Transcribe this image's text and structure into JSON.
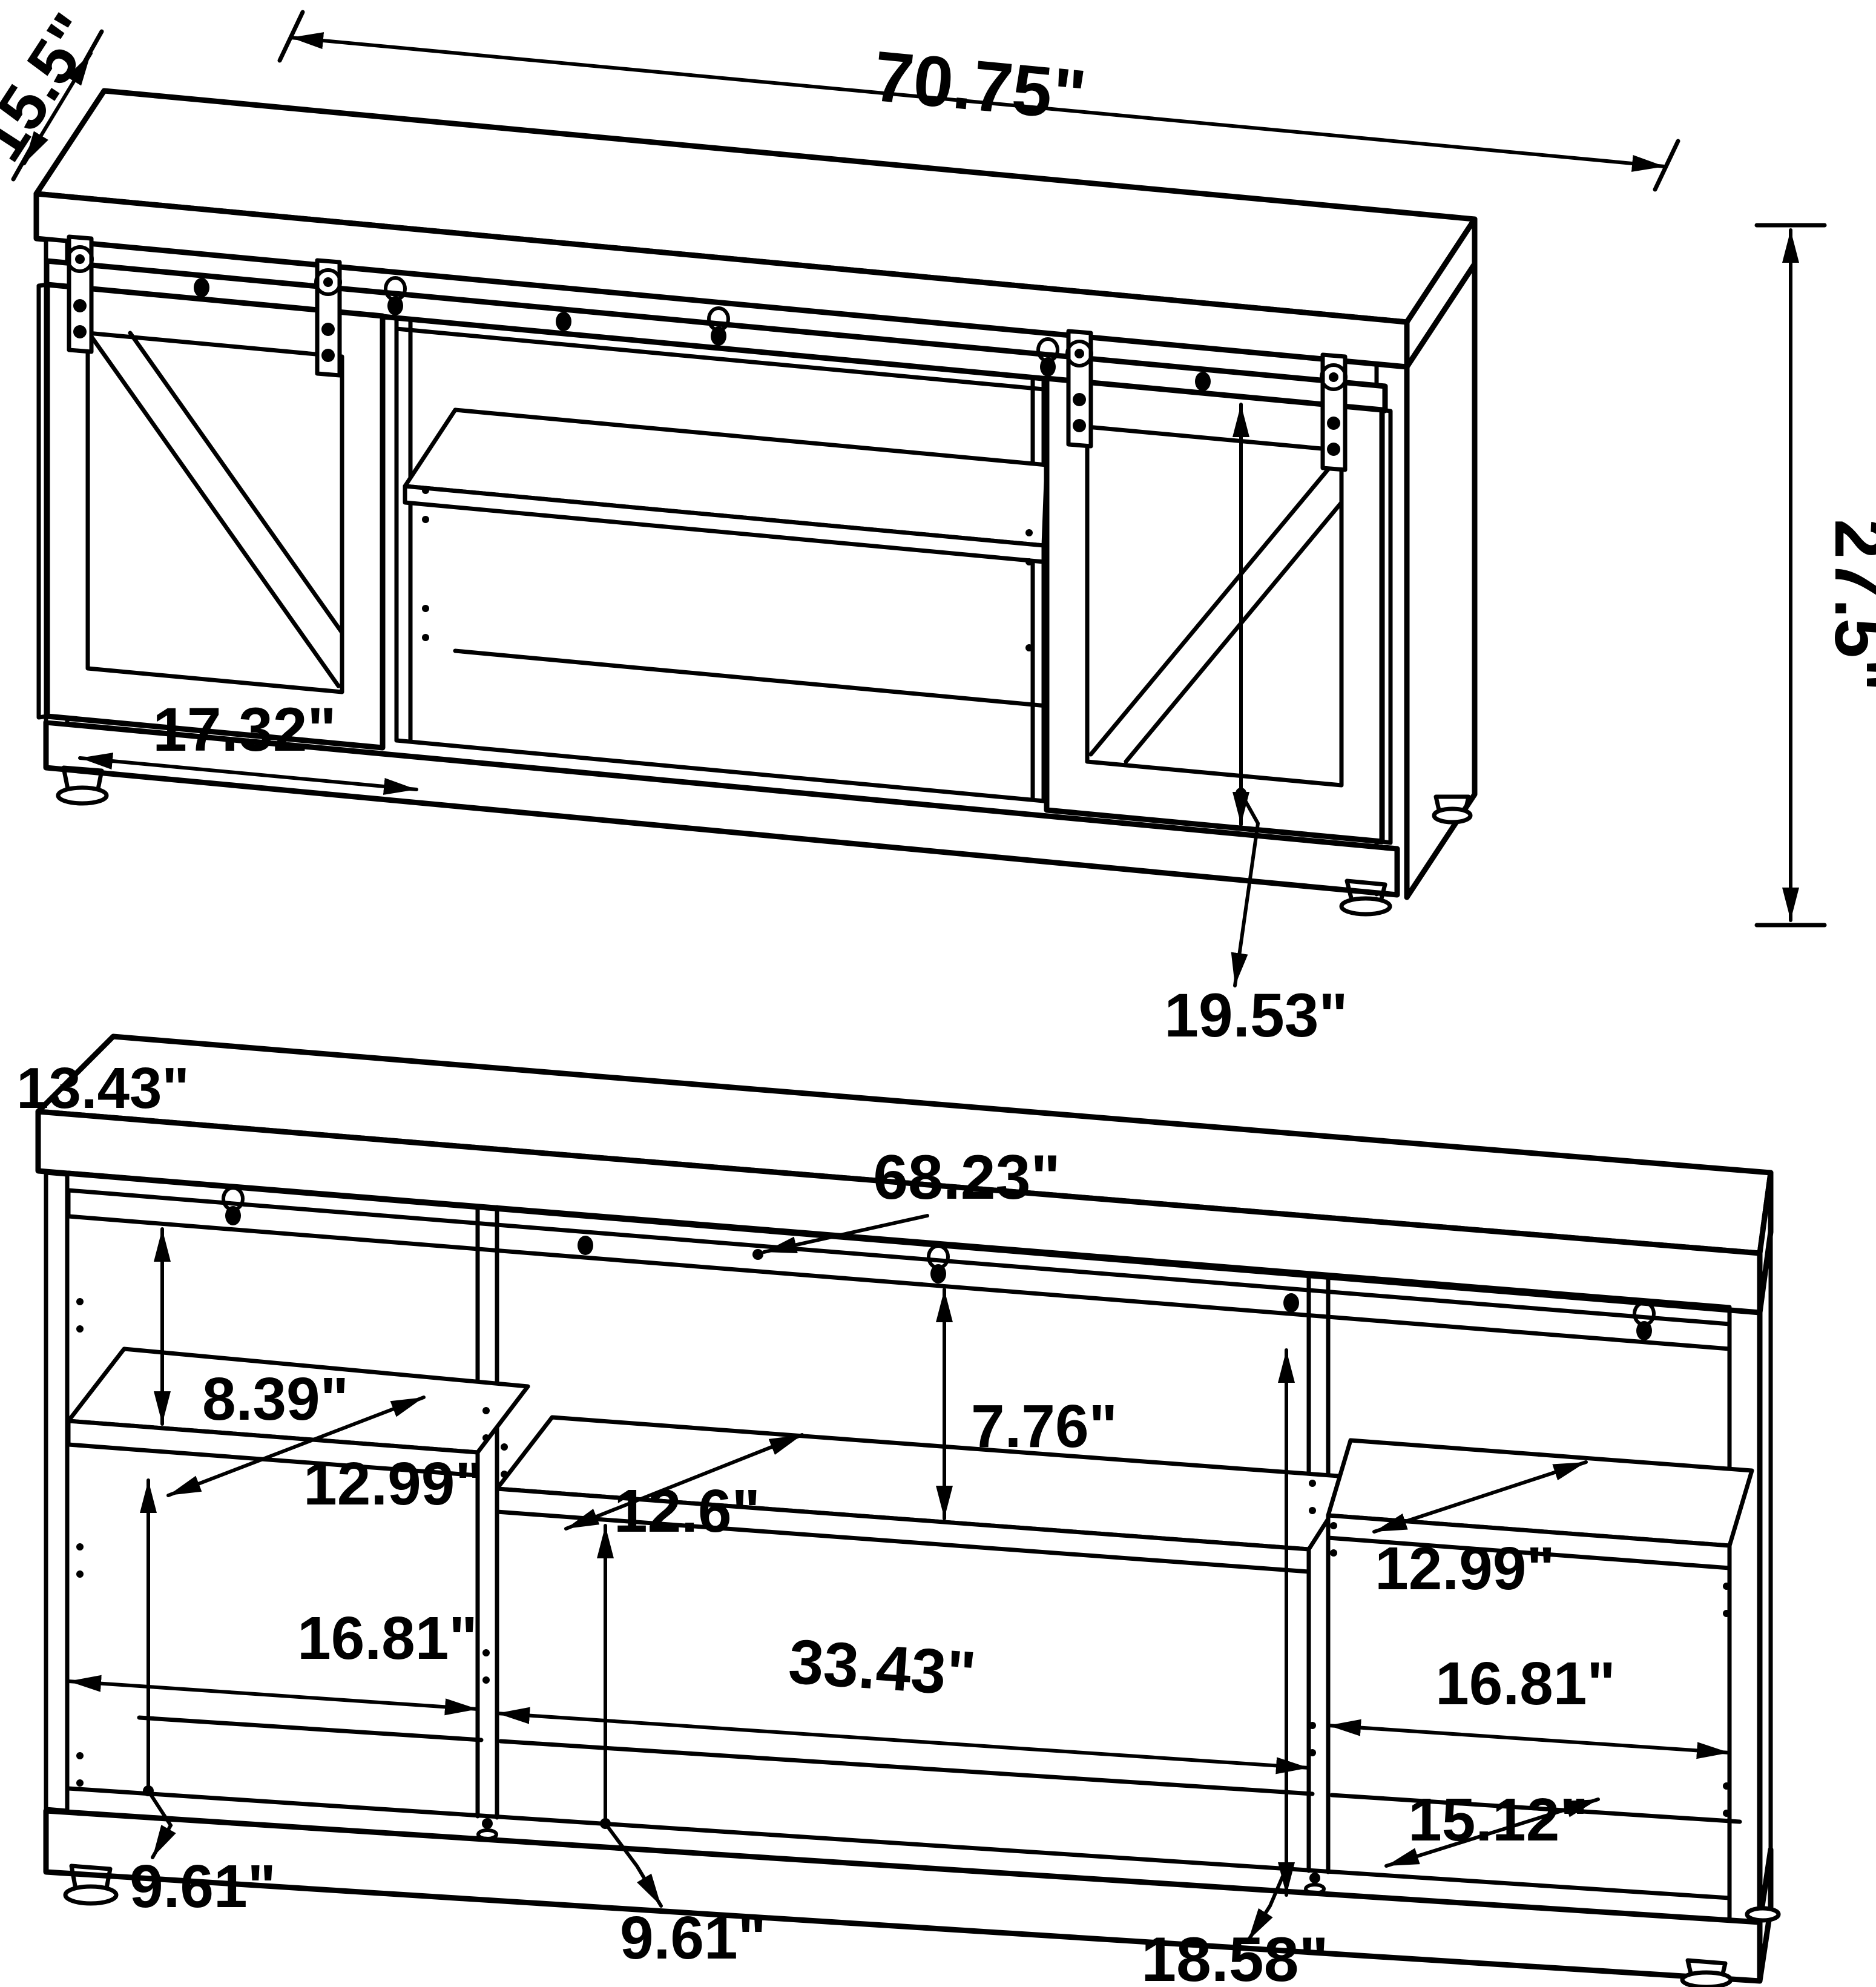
{
  "diagram": {
    "kind": "furniture-dimension-line-drawing",
    "subject": "TV console with sliding barn doors, two views (doors on / doors off)",
    "line_color": "#000000",
    "background": "#ffffff"
  },
  "assembled_view": {
    "dims": {
      "depth": "15.5\"",
      "width": "70.75\"",
      "height": "27.5\"",
      "door_width": "17.32\"",
      "door_height": "19.53\""
    }
  },
  "open_view": {
    "dims": {
      "top_depth": "13.43\"",
      "rail_length": "68.23\"",
      "upper_cubby_height": "8.39\"",
      "left_shelf_depth": "12.99\"",
      "center_shelf_depth": "12.6\"",
      "center_opening_height": "7.76\"",
      "left_opening_width": "16.81\"",
      "center_opening_width": "33.43\"",
      "right_shelf_depth": "12.99\"",
      "right_opening_width": "16.81\"",
      "left_lower_height": "9.61\"",
      "center_lower_height": "9.61\"",
      "right_floor_depth": "15.12\"",
      "right_lower_height": "18.58\""
    }
  }
}
